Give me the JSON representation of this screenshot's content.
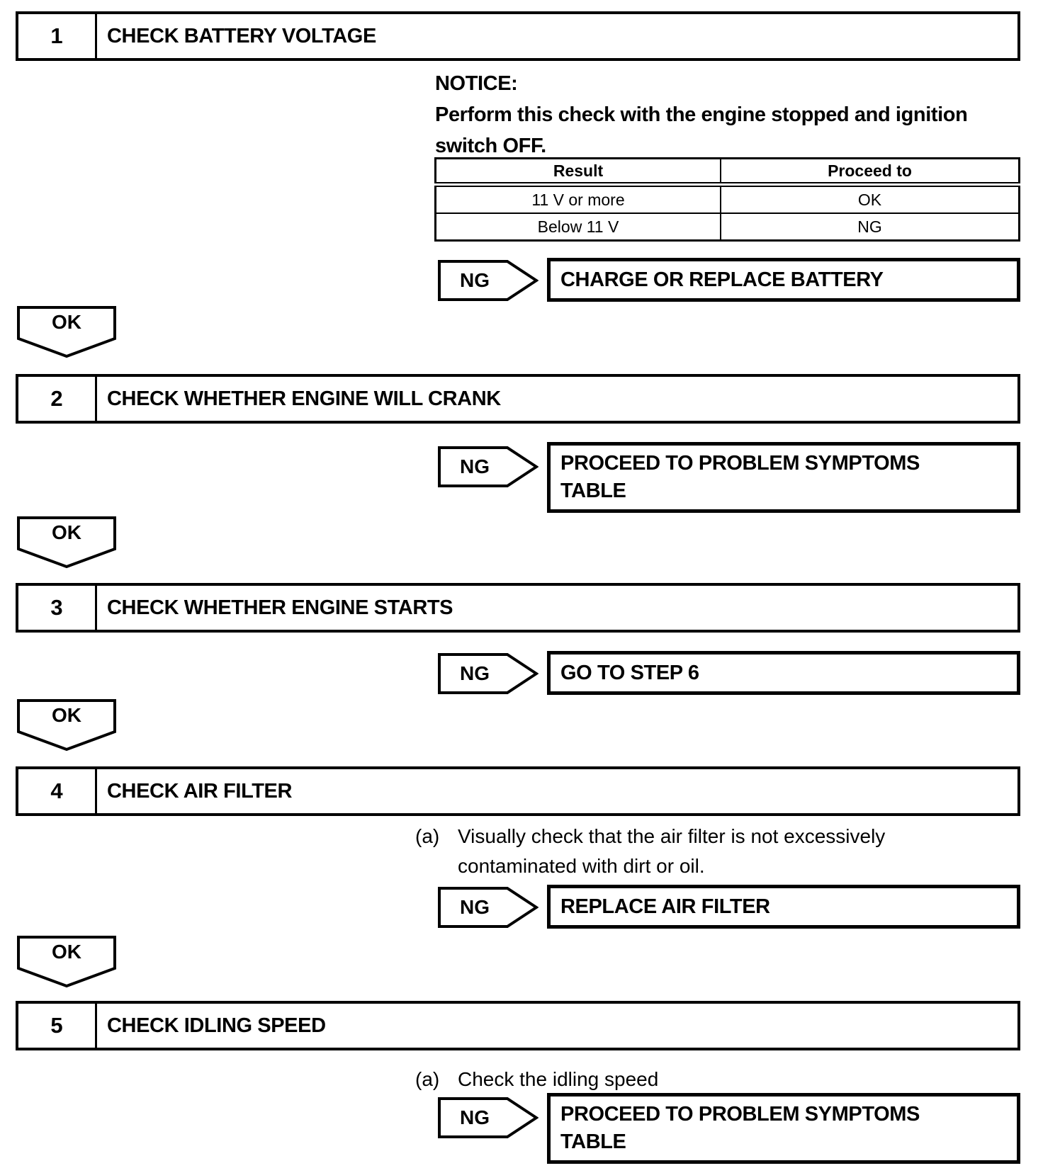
{
  "labels": {
    "ng": "NG",
    "ok": "OK"
  },
  "steps": [
    {
      "number": "1",
      "title": "CHECK BATTERY VOLTAGE"
    },
    {
      "number": "2",
      "title": "CHECK WHETHER ENGINE WILL CRANK"
    },
    {
      "number": "3",
      "title": "CHECK WHETHER ENGINE STARTS"
    },
    {
      "number": "4",
      "title": "CHECK AIR FILTER"
    },
    {
      "number": "5",
      "title": "CHECK IDLING SPEED"
    }
  ],
  "notice": {
    "heading": "NOTICE:",
    "line1": "Perform this check with the engine stopped and ignition",
    "line2": "switch OFF."
  },
  "result_table": {
    "headers": [
      "Result",
      "Proceed to"
    ],
    "rows": [
      {
        "result": "11 V or more",
        "proceed": "OK"
      },
      {
        "result": "Below 11 V",
        "proceed": "NG"
      }
    ]
  },
  "branches": {
    "step1_ng": "CHARGE OR REPLACE BATTERY",
    "step2_ng_line1": "PROCEED TO PROBLEM SYMPTOMS",
    "step2_ng_line2": "TABLE",
    "step3_ng": "GO TO STEP 6",
    "step4_ng": "REPLACE AIR FILTER",
    "step5_ng_line1": "PROCEED TO PROBLEM SYMPTOMS",
    "step5_ng_line2": "TABLE"
  },
  "substeps": {
    "step4_label": "(a)",
    "step4_line1": "Visually check that the air filter is not excessively",
    "step4_line2": "contaminated with dirt or oil.",
    "step5_label": "(a)",
    "step5_text": "Check the idling speed"
  },
  "colors": {
    "line": "#000000",
    "background": "#ffffff"
  }
}
